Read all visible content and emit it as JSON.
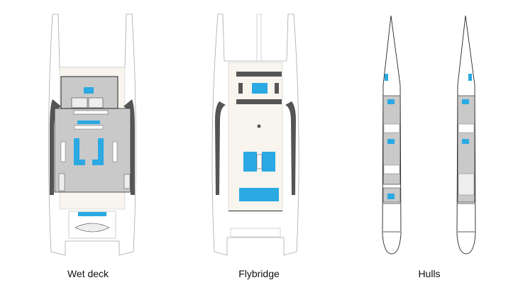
{
  "plans": [
    {
      "label": "Wet deck"
    },
    {
      "label": "Flybridge"
    },
    {
      "label": "Hulls"
    }
  ],
  "colors": {
    "furniture": "#2aa9e3",
    "floor": "#c9c9c9",
    "bulkhead": "#555555",
    "deck": "#f8f4ee",
    "outline": "#9a9a9a"
  }
}
